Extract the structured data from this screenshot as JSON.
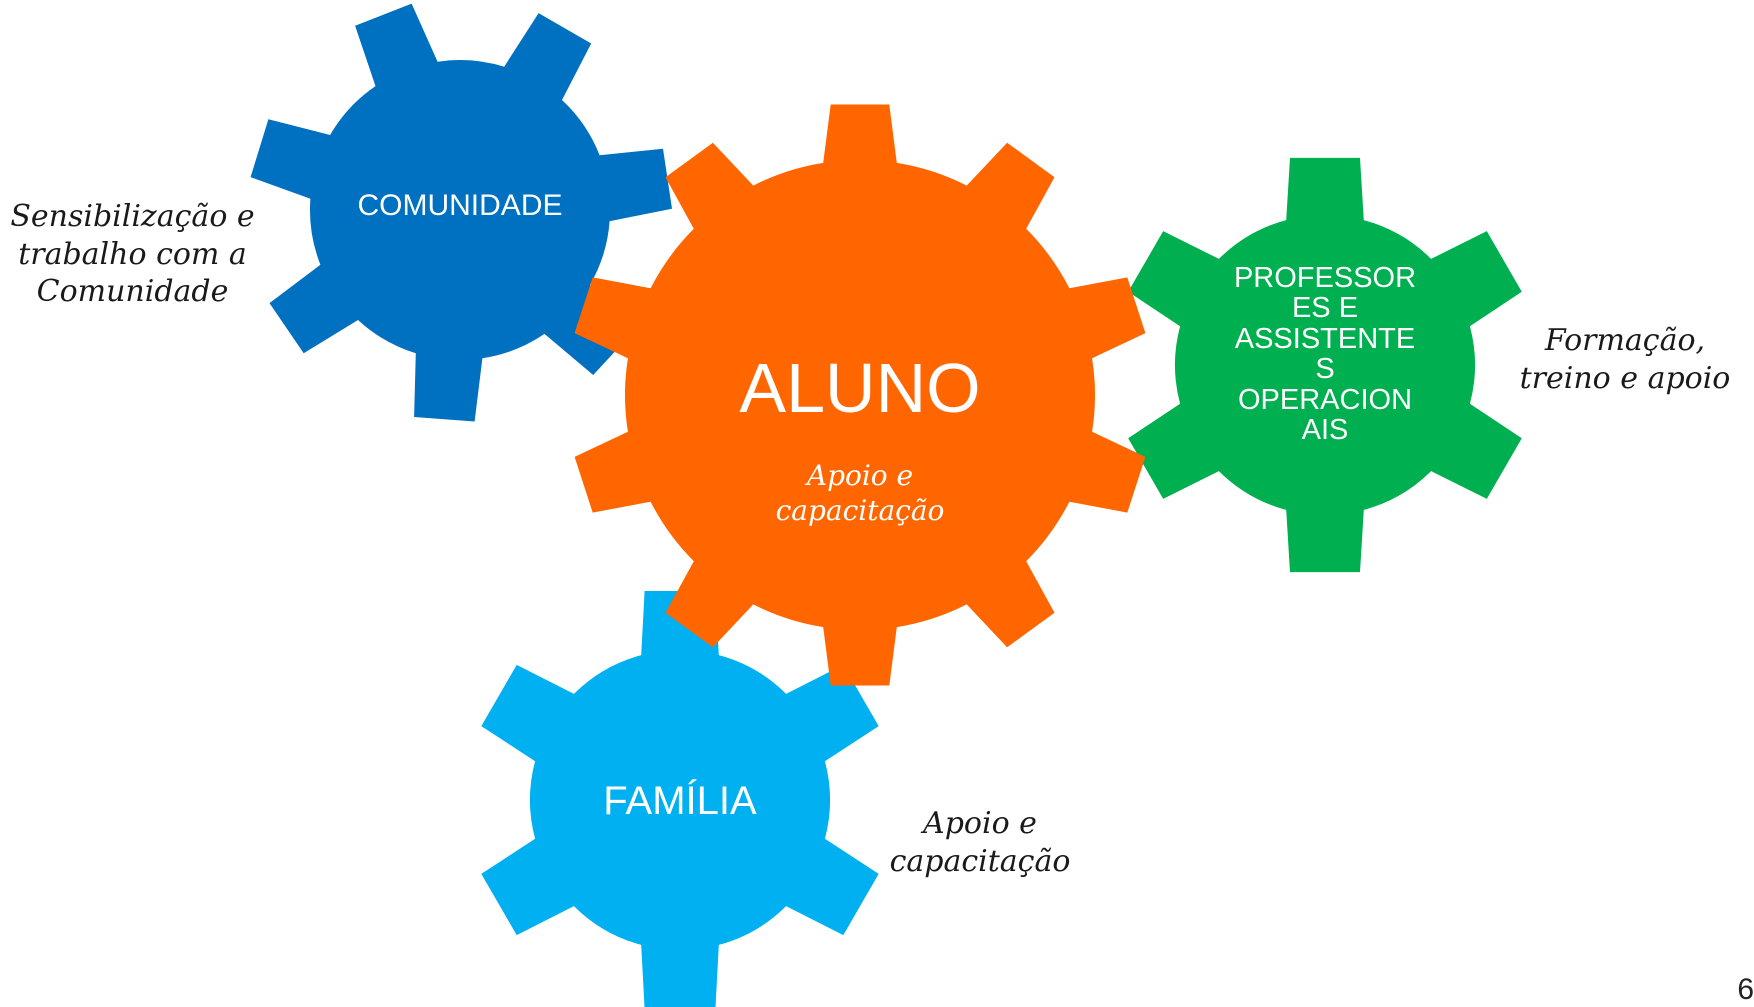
{
  "colors": {
    "comunidade": "#0070C0",
    "aluno": "#FF6600",
    "professores": "#00B050",
    "familia": "#00B0F0"
  },
  "gears": {
    "comunidade": {
      "label": "COMUNIDADE"
    },
    "aluno": {
      "label": "ALUNO",
      "sublabel": [
        "Apoio e",
        "capacitação"
      ]
    },
    "professores": {
      "label": [
        "PROFESSOR",
        "ES E",
        "ASSISTENTE",
        "S",
        "OPERACION",
        "AIS"
      ]
    },
    "familia": {
      "label": "FAMÍLIA"
    }
  },
  "notes": {
    "comunidade": [
      "Sensibilização e",
      "trabalho com a",
      "Comunidade"
    ],
    "professores": [
      "Formação,",
      "treino e apoio"
    ],
    "familia": [
      "Apoio e",
      "capacitação"
    ]
  },
  "page_number": "6"
}
